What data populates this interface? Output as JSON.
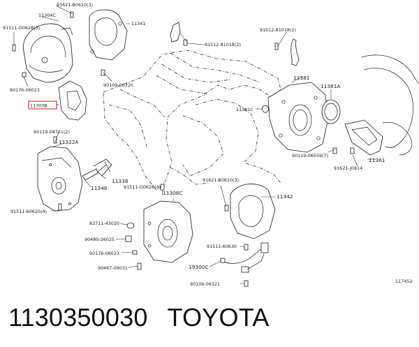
{
  "diagram": {
    "labels": {
      "p91621_b0610_3": "91621-B0610(3)",
      "p11304c": "11304C",
      "p91511_g0628_3": "91511-G0628(3)",
      "p11341": "11341",
      "p91512_81018_2a": "91512-81018(2)",
      "p91512_81018_2b": "91512-81018(2)",
      "p90176_06023_a": "90176-06023",
      "p90109_06320": "90109-06320",
      "p11303b": "11303B",
      "p90119_08721_2": "90119-08721(2)",
      "p11381": "11381",
      "p11381a": "11381A",
      "p11381c": "11381C",
      "p11322a": "11322A",
      "p90119_06559_7": "90119-06559(7)",
      "p11361": "11361",
      "p91621_j0814": "91621-J0814",
      "p11338": "11338",
      "p11348": "11348",
      "p91511_g0628_4": "91511-G0628(4)",
      "p91621_b0610_3b": "91621-B0610(3)",
      "p11308c": "11308C",
      "p11342": "11342",
      "p91511_60620_4": "91511-60620(4)",
      "p82711_43020": "82711-43020",
      "p90480_26025": "90480-26025",
      "p90176_06023_b": "90176-06023",
      "p90467_09031": "90467-09031",
      "p91511_60630": "91511-60630",
      "p19300c": "19300C",
      "p90109_06321": "90109-06321",
      "ref_number": "117452"
    }
  },
  "footer": {
    "part_number": "1130350030",
    "brand": "TOYOTA"
  }
}
